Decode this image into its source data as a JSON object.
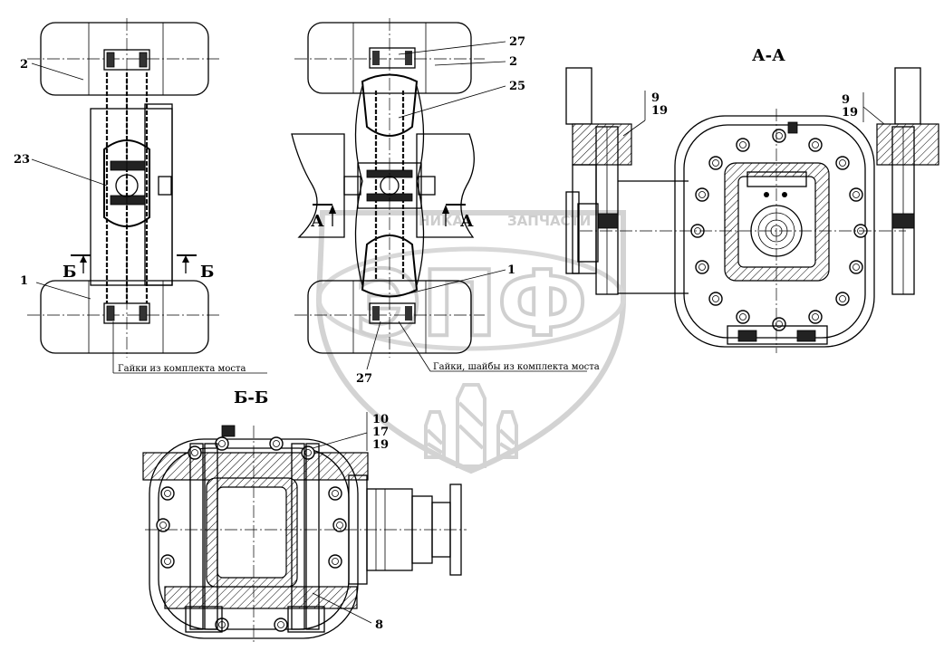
{
  "sections": {
    "aa_title": "А-А",
    "bb_title": "Б-Б"
  },
  "section_marks": {
    "a_left": "А",
    "a_right": "А",
    "b_left": "Б",
    "b_right": "Б"
  },
  "callouts": {
    "left_view": {
      "c2": "2",
      "c23": "23",
      "c1": "1"
    },
    "middle_view": {
      "c27_top": "27",
      "c2": "2",
      "c25": "25",
      "c1": "1",
      "c27_bottom": "27"
    },
    "aa_left_stack": {
      "c9": "9",
      "c19": "19"
    },
    "aa_right_stack": {
      "c9": "9",
      "c19": "19"
    },
    "bb_stack": {
      "c10": "10",
      "c17": "17",
      "c19": "19"
    },
    "bb_bottom": {
      "c8": "8"
    }
  },
  "notes": {
    "left_note": "Гайки из комплекта моста",
    "middle_note": "Гайки, шайбы из комплекта моста"
  },
  "watermark": {
    "brand": "ЭПФ",
    "text_left": "НИКА",
    "text_right": "ЗАПЧАСТИ"
  }
}
